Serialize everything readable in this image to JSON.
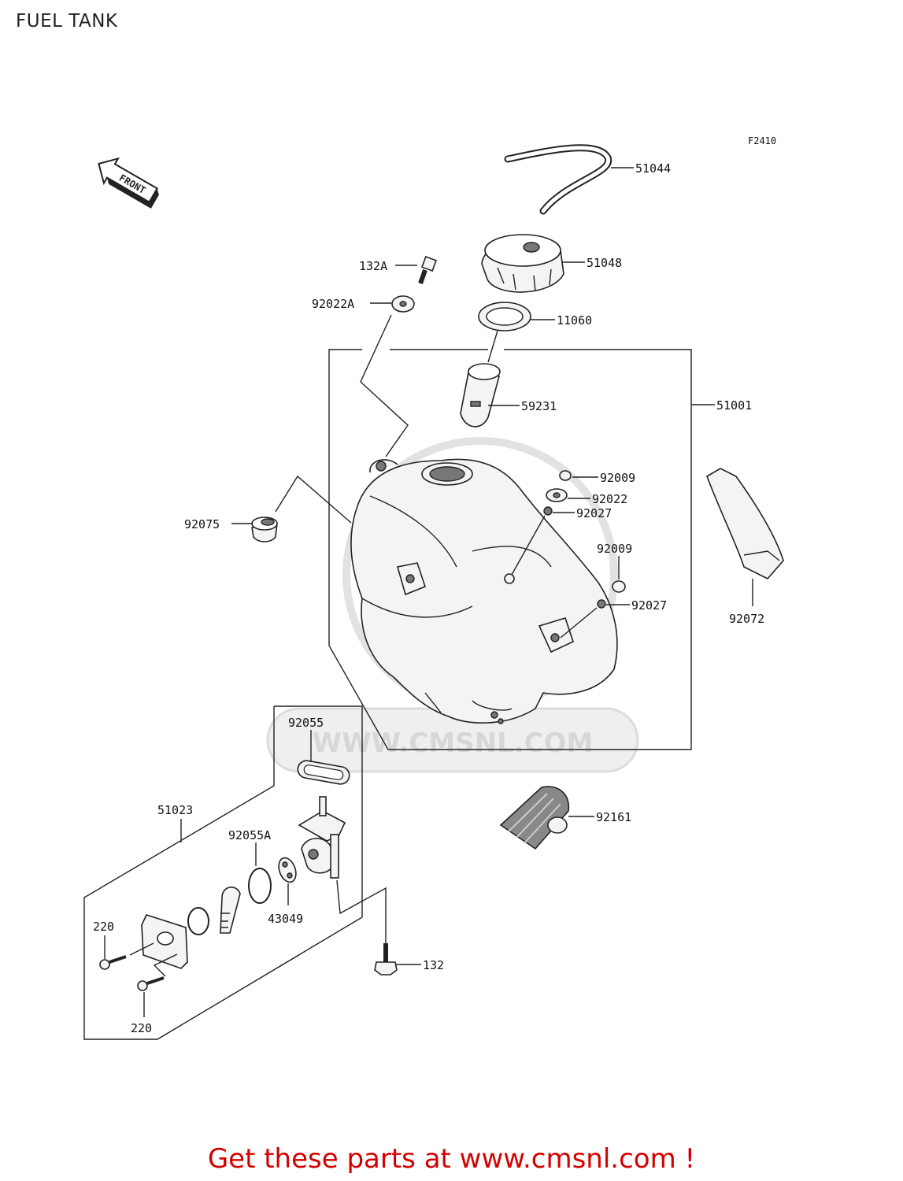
{
  "page": {
    "title": "FUEL TANK",
    "figure_code": "F2410",
    "front_marker": "FRONT",
    "watermark": "WWW.CMSNL.COM",
    "promo": "Get these parts at www.cmsnl.com !"
  },
  "labels": {
    "p51044": "51044",
    "p51048": "51048",
    "p132A": "132A",
    "p92022A": "92022A",
    "p11060": "11060",
    "p59231": "59231",
    "p51001": "51001",
    "p92009a": "92009",
    "p92022": "92022",
    "p92027a": "92027",
    "p92075": "92075",
    "p92009b": "92009",
    "p92027b": "92027",
    "p92072": "92072",
    "p92055": "92055",
    "p51023": "51023",
    "p92055A": "92055A",
    "p92161": "92161",
    "p43049": "43049",
    "p220a": "220",
    "p220b": "220",
    "p132": "132"
  }
}
